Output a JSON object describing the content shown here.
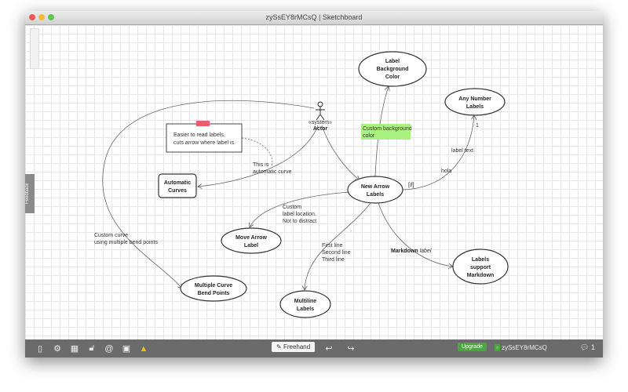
{
  "window": {
    "title": "zySsEY8rMCsQ | Sketchboard"
  },
  "sidebar": {
    "feedback": "Feedback"
  },
  "diagram": {
    "label_bg": [
      "Label",
      "Background",
      "Color"
    ],
    "any_number": [
      "Any Number",
      "Labels"
    ],
    "new_arrow": [
      "New Arrow",
      "Labels"
    ],
    "move_arrow": [
      "Move Arrow",
      "Label"
    ],
    "markdown_node": [
      "Labels",
      "support",
      "Markdown"
    ],
    "multi_curve": [
      "Multiple Curve",
      "Bend Points"
    ],
    "multiline": [
      "Multiline",
      "Labels"
    ],
    "auto_curves": [
      "Automatic",
      "Curves"
    ],
    "note": [
      "Easier to read labels,",
      "cuts arrow where label is."
    ],
    "actor_stereotype": "«system»",
    "actor": "Actor",
    "lbl_custom_bg": [
      "Custom background",
      "color"
    ],
    "lbl_auto": [
      "This is",
      "automatic curve"
    ],
    "lbl_custom_loc": [
      "Custom",
      "label location.",
      "Not to distract"
    ],
    "lbl_custom_curve": [
      "Custom curve",
      "using multiple bend points"
    ],
    "lbl_lines": [
      "First line",
      "Second line",
      "Third line"
    ],
    "lbl_markdown_bold": "Markdown",
    "lbl_markdown_italic": "label",
    "lbl_label_text": "label text",
    "lbl_hola": "hola",
    "lbl_one": "1",
    "lbl_if": "[if]"
  },
  "toolbar": {
    "freehand": "Freehand",
    "upgrade": "Upgrade",
    "user": "zySsEY8rMCsQ",
    "comments": "1"
  }
}
